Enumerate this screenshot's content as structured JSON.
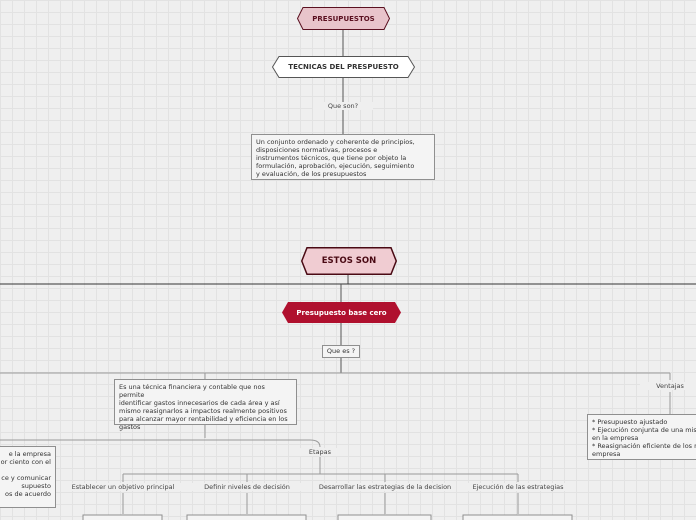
{
  "diagram": {
    "root": "PRESUPUESTOS",
    "tecnicas": "TECNICAS DEL PRESPUESTO",
    "que_son": "Que son?",
    "definicion": "Un conjunto ordenado y coherente de principios,\ndisposiciones normativas, procesos e\ninstrumentos técnicos, que tiene por objeto la\nformulación, aprobación, ejecución, seguimiento\ny evaluación, de los presupuestos",
    "estos_son": "ESTOS SON",
    "base_cero": "Presupuesto base cero",
    "que_es": "Que es ?",
    "tecnica_desc": "Es una técnica financiera y contable que nos permite\nidentificar gastos innecesarios de cada área y así\nmismo reasignarlos a impactos realmente positivos\npara alcanzar mayor rentabilidad y eficiencia en los\ngastos",
    "ventajas": "Ventajas",
    "ventajas_desc": "* Presupuesto ajustado\n* Ejecución conjunta de una mis\nen la empresa\n* Reasignación eficiente de los r\nempresa",
    "left_box": "e la empresa\nor ciento con el\n\nce y comunicar\nsupuesto\nos de acuerdo",
    "etapas": "Etapas",
    "etapa_1": "Establecer un objetivo principal",
    "etapa_2": "Definir niveles de decisión",
    "etapa_3": "Desarrollar las estrategias de la decision",
    "etapa_4": "Ejecución de las estrategias"
  },
  "colors": {
    "root_fill": "#e8c4cb",
    "root_stroke": "#5a1020",
    "estos_fill": "#f0ccd2",
    "base_cero_fill": "#b0102e",
    "line": "#444444",
    "thin_line": "#9a9a9a"
  }
}
